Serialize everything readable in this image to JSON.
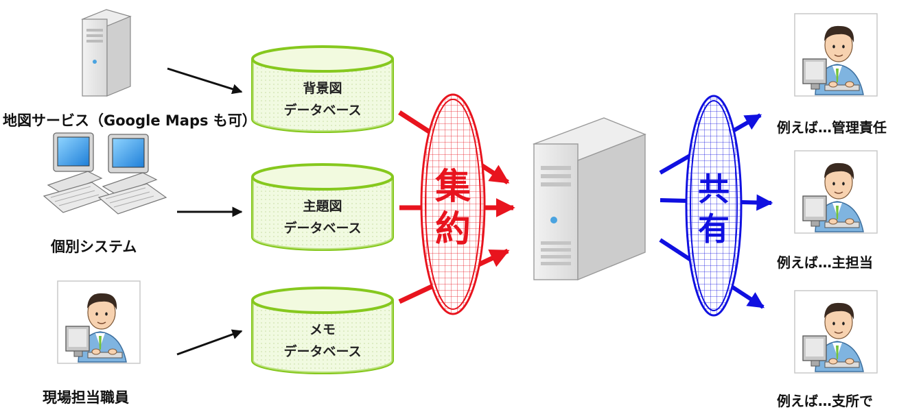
{
  "sources": [
    {
      "label": "地図サービス（Google Maps も可）",
      "icon": "server-icon"
    },
    {
      "label": "個別システム",
      "icon": "computer-icon"
    },
    {
      "label": "現場担当職員",
      "icon": "person-at-computer-icon"
    }
  ],
  "databases": [
    {
      "line1": "背景図",
      "line2": "データベース"
    },
    {
      "line1": "主題図",
      "line2": "データベース"
    },
    {
      "line1": "メモ",
      "line2": "データベース"
    }
  ],
  "aggregate_label": "集約",
  "share_label": "共有",
  "central": {
    "icon": "server-icon"
  },
  "users": [
    {
      "label": "例えば…管理責任",
      "icon": "person-at-computer-icon"
    },
    {
      "label": "例えば…主担当",
      "icon": "person-at-computer-icon"
    },
    {
      "label": "例えば…支所で",
      "icon": "person-at-computer-icon"
    }
  ],
  "colors": {
    "aggregate": "#e8141e",
    "share": "#1010e0",
    "db_fill": "#e6f5c8",
    "db_stroke": "#86c81e"
  }
}
